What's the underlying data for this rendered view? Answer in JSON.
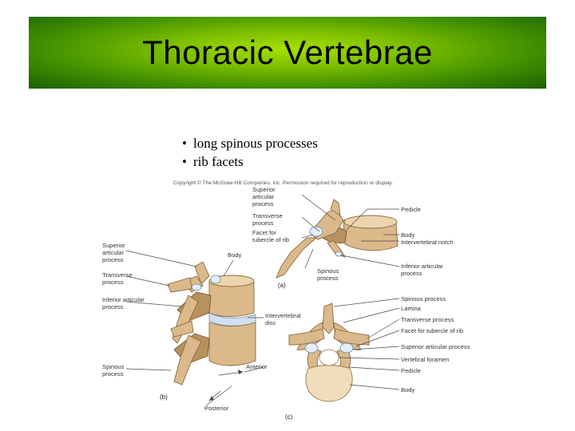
{
  "slide": {
    "title": "Thoracic Vertebrae",
    "bullets": [
      "long spinous processes",
      "rib facets"
    ],
    "bullet_symbol": "•"
  },
  "figure": {
    "copyright": "Copyright © The McGraw-Hill Companies, Inc. Permission required for reproduction or display.",
    "panel_a": {
      "tag": "(a)",
      "labels": {
        "superior_articular": [
          "Superior",
          "articular",
          "process"
        ],
        "transverse": [
          "Transverse",
          "process"
        ],
        "facet_tubercle": [
          "Facet for",
          "tubercle of rib"
        ],
        "spinous": [
          "Spinous",
          "process"
        ],
        "pedicle": "Pedicle",
        "body": "Body",
        "intervertebral_notch": "Intervertebral notch",
        "inferior_articular": [
          "Inferior articular",
          "process"
        ]
      }
    },
    "panel_b": {
      "tag": "(b)",
      "labels": {
        "superior_articular": [
          "Superior",
          "articular",
          "process"
        ],
        "transverse": [
          "Transverse",
          "process"
        ],
        "inferior_articular": [
          "Inferior articular",
          "process"
        ],
        "spinous": [
          "Spinous",
          "process"
        ],
        "body": "Body",
        "intervertebral_disc": [
          "Intervertebral",
          "disc"
        ],
        "anterior": "Anterior",
        "posterior": "Posterior"
      }
    },
    "panel_c": {
      "tag": "(c)",
      "labels": {
        "spinous": "Spinous process",
        "lamina": "Lamina",
        "transverse": "Transverse process",
        "facet_tubercle": "Facet for tubercle of rib",
        "superior_articular": "Superior articular process",
        "vertebral_foramen": "Vertebral foramen",
        "pedicle": "Pedicle",
        "body": "Body"
      }
    }
  }
}
